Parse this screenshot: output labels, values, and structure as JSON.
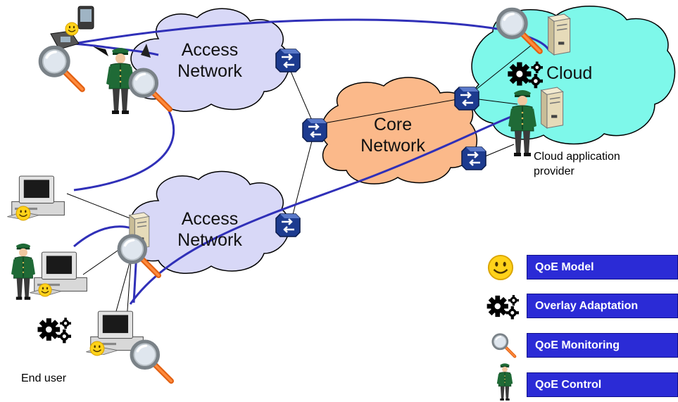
{
  "labels": {
    "access_network_top": [
      "Access",
      "Network"
    ],
    "access_network_bottom": [
      "Access",
      "Network"
    ],
    "core_network": [
      "Core",
      "Network"
    ],
    "cloud": "Cloud",
    "cloud_provider": [
      "Cloud application",
      "provider"
    ],
    "end_user": "End user"
  },
  "legend": {
    "items": [
      {
        "icon": "smiley-icon",
        "label": "QoE Model"
      },
      {
        "icon": "gears-icon",
        "label": "Overlay Adaptation"
      },
      {
        "icon": "magnifier-icon",
        "label": "QoE Monitoring"
      },
      {
        "icon": "policeman-icon",
        "label": "QoE Control"
      }
    ]
  },
  "colors": {
    "access_cloud": "#d8d8f7",
    "core_cloud": "#fbb98a",
    "service_cloud": "#7ef8ea",
    "path_line": "#3030b8",
    "router": "#1d3b8f",
    "legend_box": "#2b2bd6",
    "uniform": "#1f6a36"
  }
}
